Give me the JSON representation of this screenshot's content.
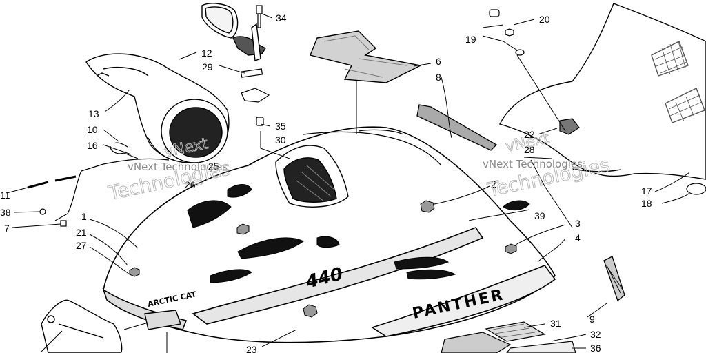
{
  "diagram": {
    "callouts": {
      "c34": "34",
      "c12": "12",
      "c29": "29",
      "c13": "13",
      "c10": "10",
      "c16": "16",
      "c35": "35",
      "c30": "30",
      "c25": "25",
      "c26": "26",
      "c11": "11",
      "c38": "38",
      "c7": "7",
      "c1": "1",
      "c21": "21",
      "c27": "27",
      "c6": "6",
      "c8": "8",
      "c20": "20",
      "c19": "19",
      "c22": "22",
      "c28": "28",
      "c2": "2",
      "c39": "39",
      "c3": "3",
      "c4": "4",
      "c17": "17",
      "c18": "18",
      "c9": "9",
      "c31": "31",
      "c32": "32",
      "c36": "36",
      "c23": "23"
    },
    "decals": {
      "brand": "ARCTIC CAT",
      "model_number": "440",
      "model_name": "PANTHER"
    },
    "watermarks": {
      "wm1_small": "vNext Technologies",
      "wm1_large": "Technologies",
      "wm2_small": "vNext Technologies",
      "wm2_large": "Technologies",
      "wm3_small": "vNext",
      "wm4_large": "vNext"
    }
  }
}
